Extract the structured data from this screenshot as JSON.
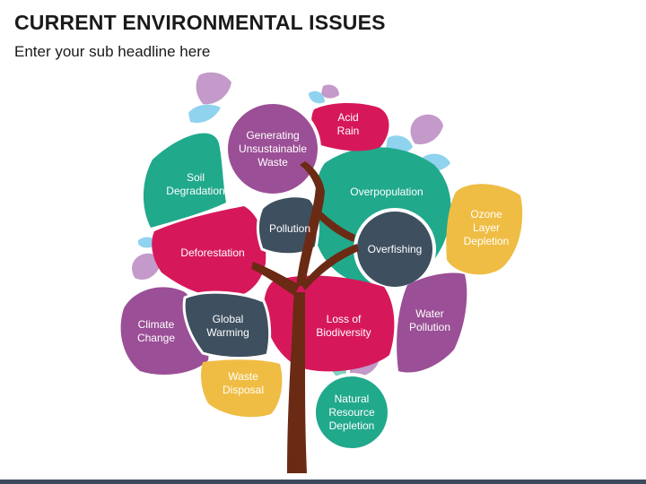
{
  "header": {
    "title": "CURRENT ENVIRONMENTAL ISSUES",
    "subtitle": "Enter your sub headline here"
  },
  "colors": {
    "teal": "#21a98c",
    "magenta": "#d6185a",
    "purple": "#9b4f96",
    "slate": "#3e4f5f",
    "yellow": "#efbd44",
    "trunk": "#6b2a14",
    "leaf_purple": "#c39ac9",
    "leaf_blue": "#8fd3ee",
    "leaf_teal": "#7fd3c1",
    "leaf_pink": "#e4a9c3"
  },
  "issues": {
    "generating_waste": "Generating\nUnsustainable\nWaste",
    "acid_rain": "Acid\nRain",
    "soil_degradation": "Soil\nDegradation",
    "overpopulation": "Overpopulation",
    "pollution": "Pollution",
    "ozone": "Ozone\nLayer\nDepletion",
    "deforestation": "Deforestation",
    "overfishing": "Overfishing",
    "climate_change": "Climate\nChange",
    "global_warming": "Global\nWarming",
    "loss_biodiversity": "Loss of\nBiodiversity",
    "water_pollution": "Water\nPollution",
    "waste_disposal": "Waste\nDisposal",
    "natural_resource": "Natural\nResource\nDepletion"
  }
}
